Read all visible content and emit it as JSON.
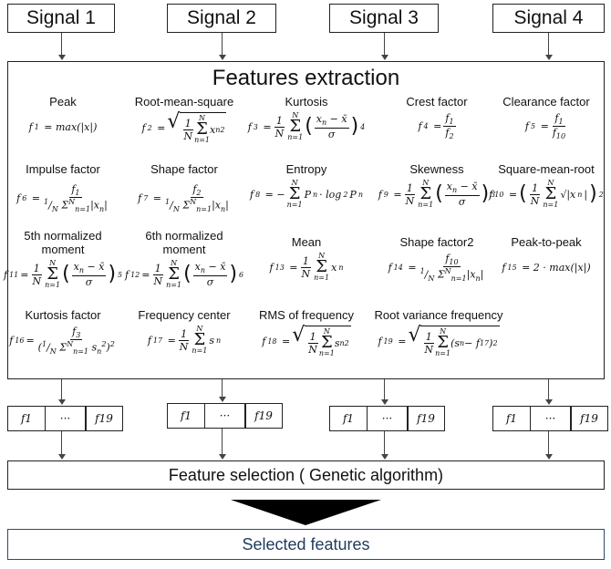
{
  "signals": [
    "Signal 1",
    "Signal 2",
    "Signal 3",
    "Signal 4"
  ],
  "extraction": {
    "title": "Features extraction",
    "features": [
      {
        "name": "Peak",
        "formula": "f1 = max(|x|)"
      },
      {
        "name": "Root-mean-square",
        "formula": "f2 = sqrt(1/N Σ x_n^2)"
      },
      {
        "name": "Kurtosis",
        "formula": "f3 = 1/N Σ ((x_n − x̄)/σ)^4"
      },
      {
        "name": "Crest factor",
        "formula": "f4 = f1/f2"
      },
      {
        "name": "Clearance factor",
        "formula": "f5 = f1/f10"
      },
      {
        "name": "Impulse factor",
        "formula": "f6 = f1 / (1/N Σ|x_n|)"
      },
      {
        "name": "Shape factor",
        "formula": "f7 = f2 / (1/N Σ|x_n|)"
      },
      {
        "name": "Entropy",
        "formula": "f8 = −Σ P_n · log2 P_n"
      },
      {
        "name": "Skewness",
        "formula": "f9 = 1/N Σ ((x_n − x̄)/σ)^3"
      },
      {
        "name": "Square-mean-root",
        "formula": "f10 = (1/N Σ sqrt|x_n|)^2"
      },
      {
        "name": "5th normalized moment",
        "formula": "f11 = 1/N Σ ((x_n − x̄)/σ)^5"
      },
      {
        "name": "6th normalized moment",
        "formula": "f12 = 1/N Σ ((x_n − x̄)/σ)^6"
      },
      {
        "name": "Mean",
        "formula": "f13 = 1/N Σ x_n"
      },
      {
        "name": "Shape factor2",
        "formula": "f14 = f10 / (1/N Σ|x_n|)"
      },
      {
        "name": "Peak-to-peak",
        "formula": "f15 = 2 · max(|x|)"
      },
      {
        "name": "Kurtosis factor",
        "formula": "f16 = f3 / (1/N Σ s_n^2)^2"
      },
      {
        "name": "Frequency center",
        "formula": "f17 = 1/N Σ s_n"
      },
      {
        "name": "RMS of frequency",
        "formula": "f18 = sqrt(1/N Σ s_n^2)"
      },
      {
        "name": "Root variance frequency",
        "formula": "f19 = sqrt(1/N Σ (s_n − f17)^2)"
      }
    ]
  },
  "feature_vector": {
    "first": "f1",
    "mid": "···",
    "last": "f19"
  },
  "selection": {
    "label": "Feature selection ( Genetic algorithm)"
  },
  "selected": {
    "label": "Selected features"
  }
}
